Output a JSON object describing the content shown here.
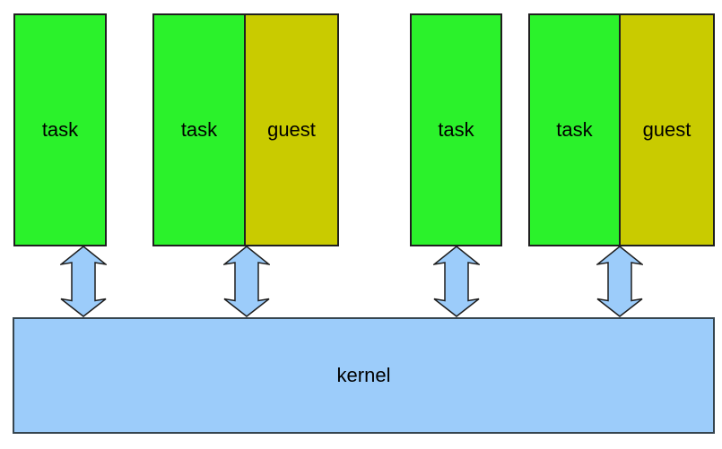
{
  "diagram": {
    "description": "architecture diagram: task and task+guest processes connected to kernel by bidirectional arrows"
  },
  "colors": {
    "background": "#FFFFFF",
    "task_fill": "#2BF22B",
    "guest_fill": "#C9CB00",
    "kernel_fill": "#9CCCFA",
    "arrow_fill": "#9CCCFA",
    "box_border": "#1F1F1F",
    "text": "#000000"
  },
  "boxes": [
    {
      "id": "task-1",
      "segments": [
        {
          "role": "task",
          "label": "task"
        }
      ]
    },
    {
      "id": "task-guest-1",
      "segments": [
        {
          "role": "task",
          "label": "task"
        },
        {
          "role": "guest",
          "label": "guest"
        }
      ]
    },
    {
      "id": "task-2",
      "segments": [
        {
          "role": "task",
          "label": "task"
        }
      ]
    },
    {
      "id": "task-guest-2",
      "segments": [
        {
          "role": "task",
          "label": "task"
        },
        {
          "role": "guest",
          "label": "guest"
        }
      ]
    }
  ],
  "kernel": {
    "label": "kernel"
  },
  "arrows": {
    "count": 4,
    "style": "double-headed-vertical"
  }
}
